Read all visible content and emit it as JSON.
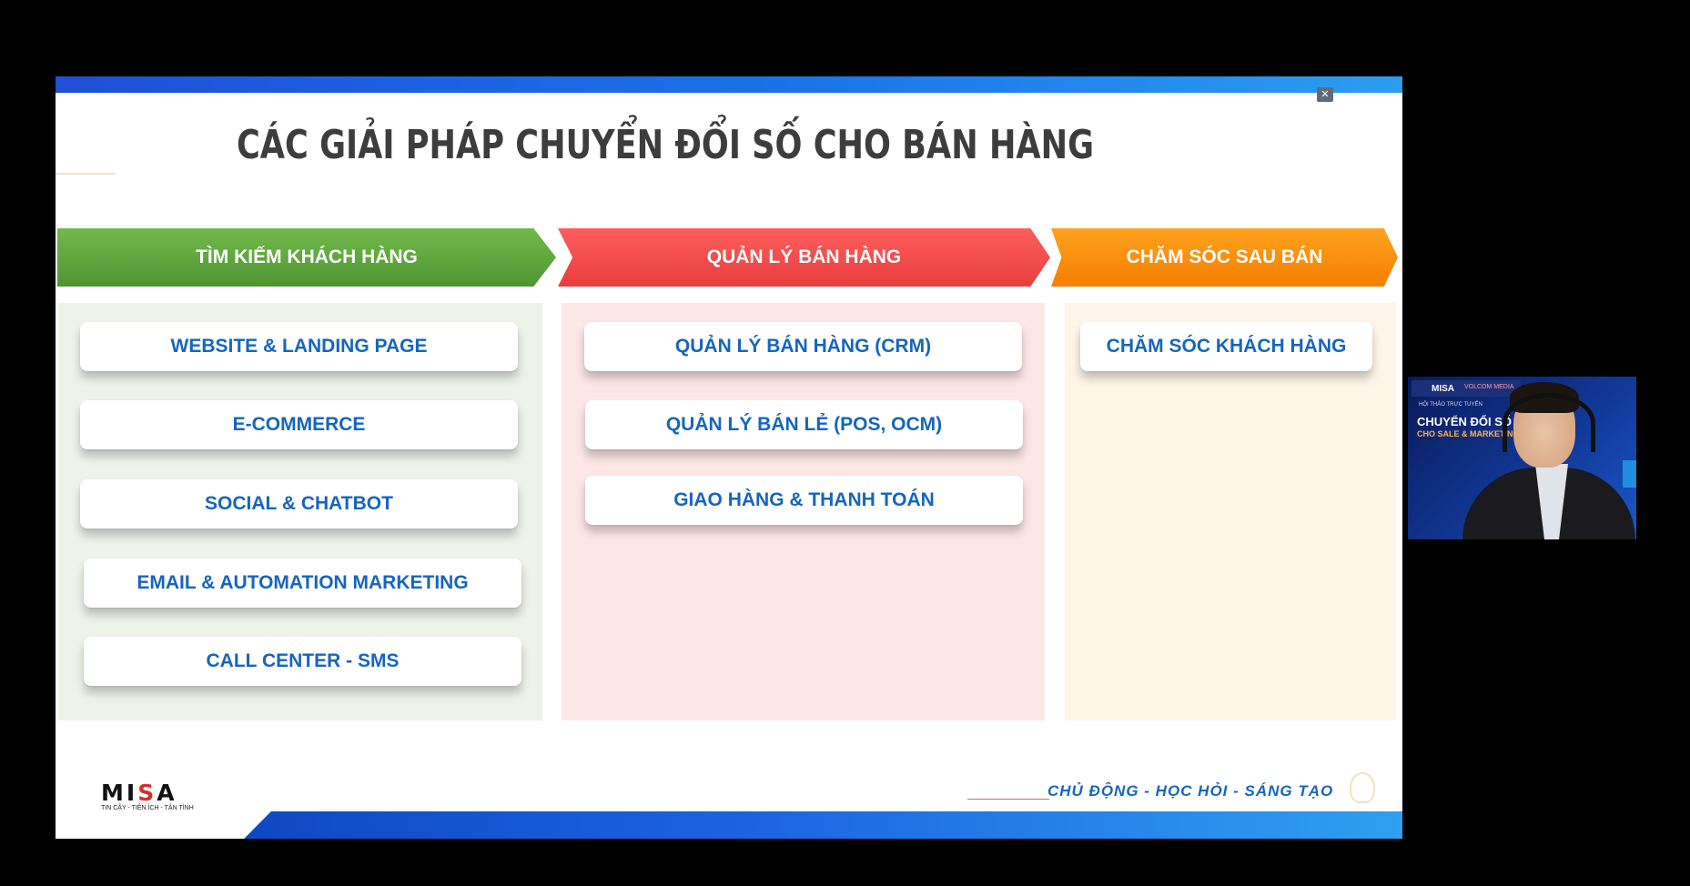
{
  "slide": {
    "title": "CÁC GIẢI PHÁP CHUYỂN ĐỔI SỐ CHO BÁN HÀNG",
    "columns": [
      {
        "header": "TÌM KIẾM KHÁCH HÀNG",
        "color": "#5aa63c",
        "items": [
          "WEBSITE & LANDING PAGE",
          "E-COMMERCE",
          "SOCIAL  & CHATBOT",
          "EMAIL & AUTOMATION MARKETING",
          "CALL CENTER - SMS"
        ]
      },
      {
        "header": "QUẢN LÝ BÁN HÀNG",
        "color": "#f24b4b",
        "items": [
          "QUẢN LÝ BÁN HÀNG (CRM)",
          "QUẢN LÝ BÁN LẺ (POS, OCM)",
          "GIAO HÀNG & THANH TOÁN"
        ]
      },
      {
        "header": "CHĂM SÓC SAU BÁN",
        "color": "#f79311",
        "items": [
          "CHĂM SÓC KHÁCH HÀNG"
        ]
      }
    ],
    "logo": {
      "name": "MISA",
      "tagline": "TIN CẬY - TIỆN ÍCH - TẬN TÌNH"
    },
    "slogan": "CHỦ ĐỘNG - HỌC HỎI - SÁNG TẠO"
  },
  "webcam": {
    "banner_logo": "MISA",
    "banner_partner": "VOLCOM MEDIA",
    "small_text": "HỘI THẢO TRỰC TUYẾN",
    "title": "CHUYỂN ĐỔI SỐ",
    "subtitle": "CHO SALE & MARKETING"
  },
  "icons": {
    "fullscreen": "exit-fullscreen-icon",
    "slogan": "lightbulb-icon"
  },
  "colors": {
    "card_text": "#1565c0",
    "brand_blue": "#1a73e8"
  }
}
